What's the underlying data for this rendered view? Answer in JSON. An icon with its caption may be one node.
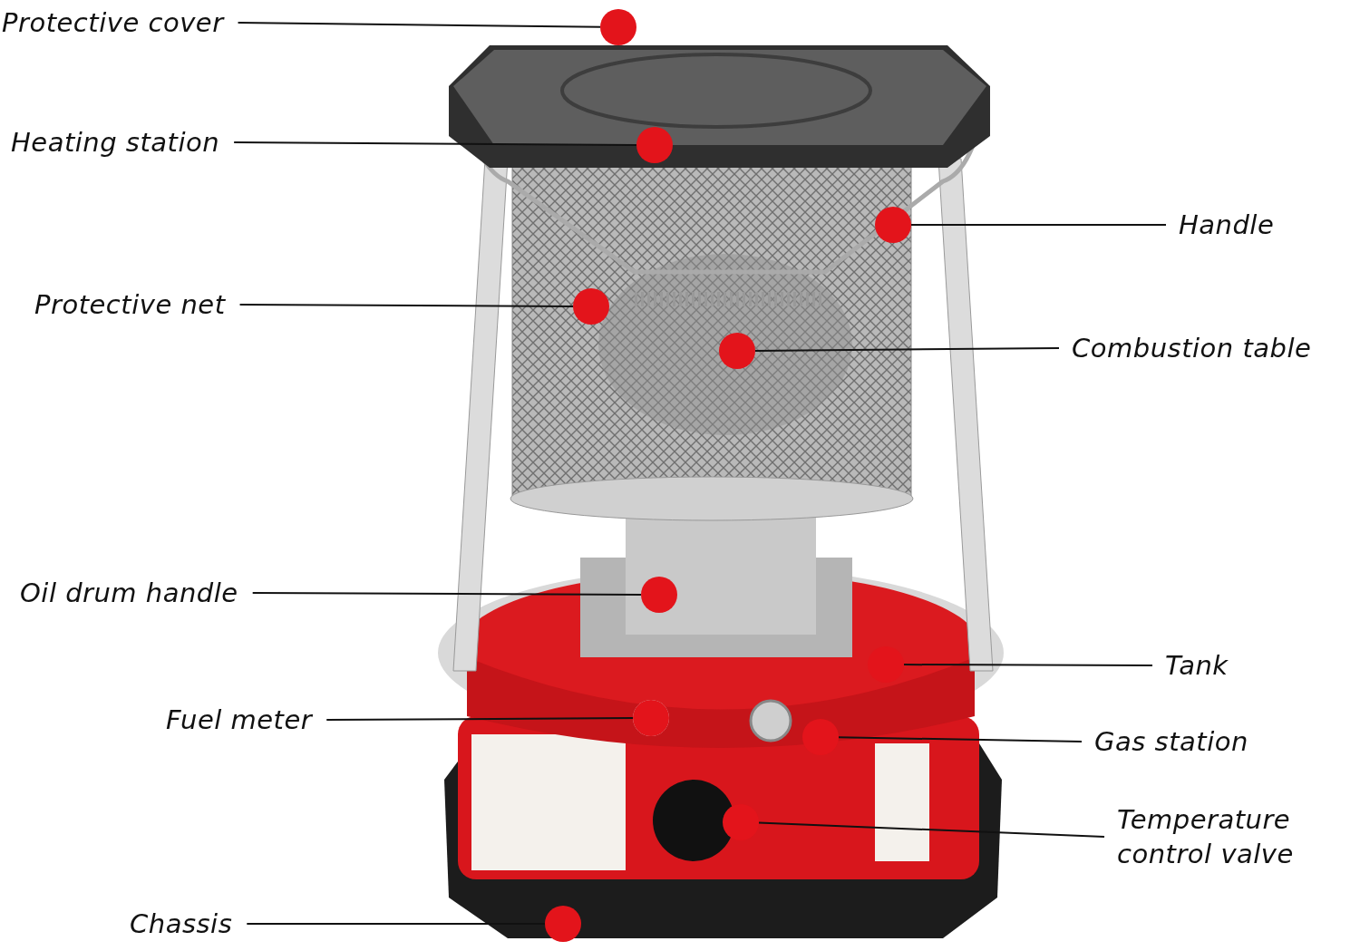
{
  "diagram": {
    "nodes": [
      {
        "text": [
          "Protective cover"
        ]
      },
      {
        "text": [
          "Heating station"
        ]
      },
      {
        "text": [
          "Handle"
        ]
      },
      {
        "text": [
          "Protective net"
        ]
      },
      {
        "text": [
          "Combustion table"
        ]
      },
      {
        "text": [
          "Oil drum handle"
        ]
      },
      {
        "text": [
          "Tank"
        ]
      },
      {
        "text": [
          "Fuel meter"
        ]
      },
      {
        "text": [
          "Gas station"
        ]
      },
      {
        "text": [
          "Temperature control valve"
        ]
      },
      {
        "text": [
          "Chassis"
        ]
      },
      {
        "text": [],
        "shape": "circle"
      },
      {
        "text": [],
        "shape": "circle"
      },
      {
        "text": [],
        "shape": "circle"
      },
      {
        "text": [],
        "shape": "circle"
      },
      {
        "text": [],
        "shape": "circle"
      },
      {
        "text": [],
        "shape": "circle"
      },
      {
        "text": [],
        "shape": "circle"
      },
      {
        "text": [],
        "shape": "circle"
      },
      {
        "text": [],
        "shape": "circle"
      },
      {
        "text": [],
        "shape": "circle"
      },
      {
        "text": [],
        "shape": "circle"
      }
    ],
    "edges": [
      {
        "from": 0,
        "to": 11,
        "arrow": "none"
      },
      {
        "from": 1,
        "to": 12,
        "arrow": "none"
      },
      {
        "from": 2,
        "to": 13,
        "arrow": "none"
      },
      {
        "from": 3,
        "to": 14,
        "arrow": "none"
      },
      {
        "from": 4,
        "to": 15,
        "arrow": "none"
      },
      {
        "from": 5,
        "to": 16,
        "arrow": "none"
      },
      {
        "from": 6,
        "to": 17,
        "arrow": "none"
      },
      {
        "from": 7,
        "to": 18,
        "arrow": "none"
      },
      {
        "from": 8,
        "to": 19,
        "arrow": "none"
      },
      {
        "from": 9,
        "to": 20,
        "arrow": "none"
      },
      {
        "from": 10,
        "to": 21,
        "arrow": "none"
      }
    ]
  }
}
